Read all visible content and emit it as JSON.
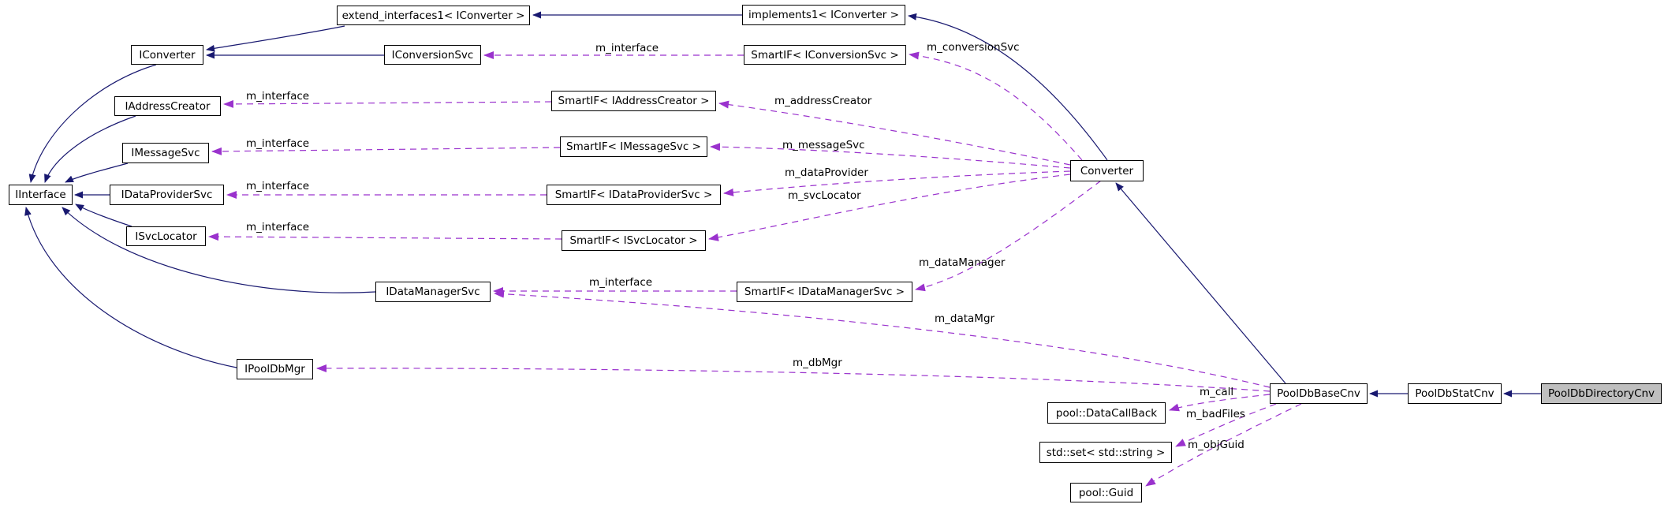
{
  "diagram_type": "doxygen-collaboration-graph",
  "colors": {
    "inheritance_edge": "#191970",
    "usage_edge": "#9a32cd",
    "node_background": "#ffffff",
    "node_border": "#000000",
    "highlight_background": "#bfbfbf"
  },
  "nodes": [
    {
      "id": "extend_interfaces1",
      "label": "extend_interfaces1< IConverter >"
    },
    {
      "id": "implements1",
      "label": "implements1< IConverter >"
    },
    {
      "id": "iconverter",
      "label": "IConverter"
    },
    {
      "id": "iconversionsvc",
      "label": "IConversionSvc"
    },
    {
      "id": "smartif-iconversionsvc",
      "label": "SmartIF< IConversionSvc >"
    },
    {
      "id": "iaddresscreator",
      "label": "IAddressCreator"
    },
    {
      "id": "smartif-iaddresscreator",
      "label": "SmartIF< IAddressCreator >"
    },
    {
      "id": "imessagesvc",
      "label": "IMessageSvc"
    },
    {
      "id": "smartif-imessagesvc",
      "label": "SmartIF< IMessageSvc >"
    },
    {
      "id": "iinterface",
      "label": "IInterface"
    },
    {
      "id": "idataprovidersvc",
      "label": "IDataProviderSvc"
    },
    {
      "id": "smartif-idataprovidersvc",
      "label": "SmartIF< IDataProviderSvc >"
    },
    {
      "id": "isvclocator",
      "label": "ISvcLocator"
    },
    {
      "id": "smartif-isvclocator",
      "label": "SmartIF< ISvcLocator >"
    },
    {
      "id": "converter",
      "label": "Converter"
    },
    {
      "id": "idatamanagersvc",
      "label": "IDataManagerSvc"
    },
    {
      "id": "smartif-idatamanagersvc",
      "label": "SmartIF< IDataManagerSvc >"
    },
    {
      "id": "ipooldbmgr",
      "label": "IPoolDbMgr"
    },
    {
      "id": "pooldbbasecnv",
      "label": "PoolDbBaseCnv"
    },
    {
      "id": "pooldbstatcnv",
      "label": "PoolDbStatCnv"
    },
    {
      "id": "pooldbdirectorycnv",
      "label": "PoolDbDirectoryCnv"
    },
    {
      "id": "pool-datacallback",
      "label": "pool::DataCallBack"
    },
    {
      "id": "std-set-string",
      "label": "std::set< std::string >"
    },
    {
      "id": "pool-guid",
      "label": "pool::Guid"
    }
  ],
  "edge_labels": [
    {
      "text": "m_interface"
    },
    {
      "text": "m_conversionSvc"
    },
    {
      "text": "m_interface"
    },
    {
      "text": "m_addressCreator"
    },
    {
      "text": "m_interface"
    },
    {
      "text": "m_messageSvc"
    },
    {
      "text": "m_interface"
    },
    {
      "text": "m_dataProvider"
    },
    {
      "text": "m_svcLocator"
    },
    {
      "text": "m_interface"
    },
    {
      "text": "m_dataManager"
    },
    {
      "text": "m_interface"
    },
    {
      "text": "m_dataMgr"
    },
    {
      "text": "m_dbMgr"
    },
    {
      "text": "m_call"
    },
    {
      "text": "m_badFiles"
    },
    {
      "text": "m_objGuid"
    }
  ]
}
